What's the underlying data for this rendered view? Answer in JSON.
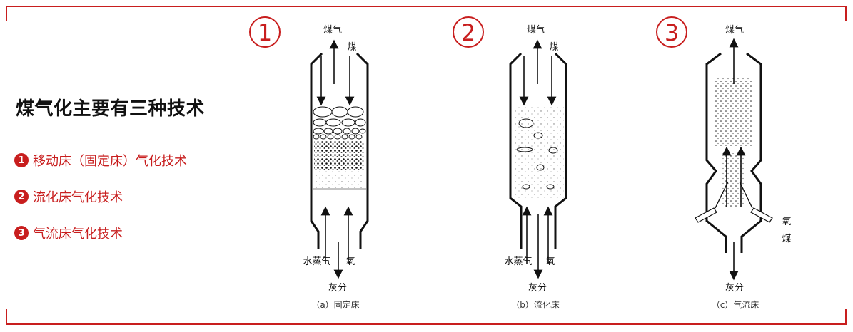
{
  "title": "煤气化主要有三种技术",
  "items": [
    {
      "num": "1",
      "label": "移动床（固定床）气化技术"
    },
    {
      "num": "2",
      "label": "流化床气化技术"
    },
    {
      "num": "3",
      "label": "气流床气化技术"
    }
  ],
  "colors": {
    "accent": "#c81e1e",
    "ink": "#111111"
  },
  "diagrams": [
    {
      "badge": "1",
      "top_out": "煤气",
      "top_in": "煤",
      "bottom_left": "水蒸气",
      "bottom_right": "氧",
      "bottom_out": "灰分",
      "caption": "（a）固定床"
    },
    {
      "badge": "2",
      "top_out": "煤气",
      "top_in": "煤",
      "bottom_left": "水蒸气",
      "bottom_right": "氧",
      "bottom_out": "灰分",
      "caption": "（b）流化床"
    },
    {
      "badge": "3",
      "top_out": "煤气",
      "side_1": "氧",
      "side_2": "煤",
      "bottom_out": "灰分",
      "caption": "（c）气流床"
    }
  ]
}
